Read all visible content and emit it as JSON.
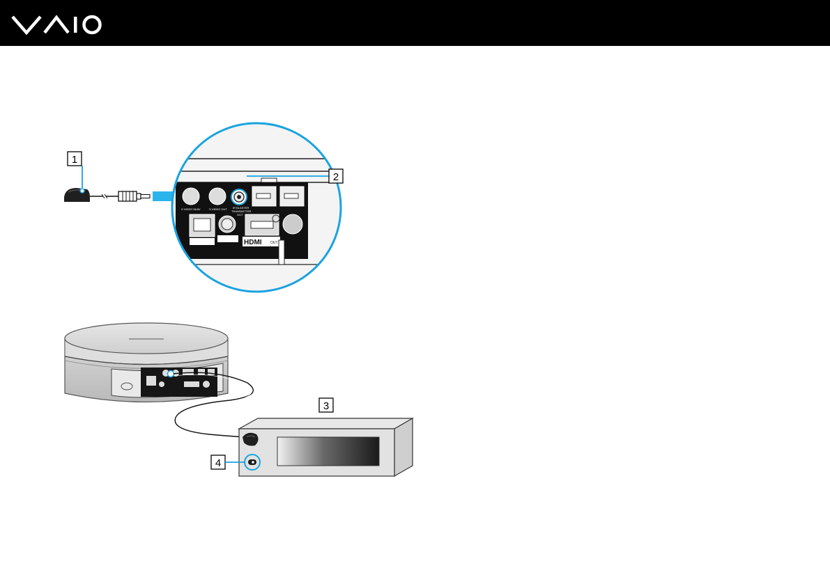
{
  "header": {
    "logo_text": "VAIO",
    "background_color": "#000000",
    "logo_color": "#ffffff"
  },
  "callouts": [
    {
      "label": "1",
      "icon": "ir-blaster-icon"
    },
    {
      "label": "2",
      "icon": "ir-blaster-port-icon"
    },
    {
      "label": "3",
      "icon": "av-device-icon"
    },
    {
      "label": "4",
      "icon": "ir-receiver-icon"
    }
  ],
  "ports": {
    "ir_port": "IR BLASTER\nTRANSMITTER\nOUT",
    "hdmi": "HDMI",
    "hdmi_out": "OUT"
  },
  "colors": {
    "accent": "#19a3e0",
    "arrow": "#2ab4ec"
  }
}
